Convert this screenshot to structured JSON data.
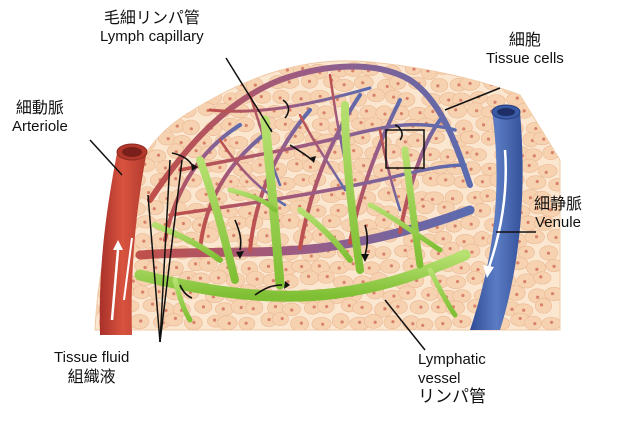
{
  "labels": {
    "lymph_capillary": {
      "jp": "毛細リンパ管",
      "en": "Lymph capillary"
    },
    "tissue_cells": {
      "jp": "細胞",
      "en": "Tissue cells"
    },
    "arteriole": {
      "jp": "細動脈",
      "en": "Arteriole"
    },
    "venule": {
      "jp": "細静脈",
      "en": "Venule"
    },
    "tissue_fluid": {
      "en": "Tissue fluid",
      "jp": "組織液"
    },
    "lymphatic_vessel": {
      "en1": "Lymphatic",
      "en2": "vessel",
      "jp": "リンパ管"
    }
  },
  "colors": {
    "arteriole": "#c8412f",
    "venule": "#3f5fa8",
    "capillary_mix": "#8c5a86",
    "lymph": "#9bd14a",
    "tissue_bg": "#fbe6cf",
    "cell": "#f6d2b0",
    "nucleus": "#d9826a"
  }
}
